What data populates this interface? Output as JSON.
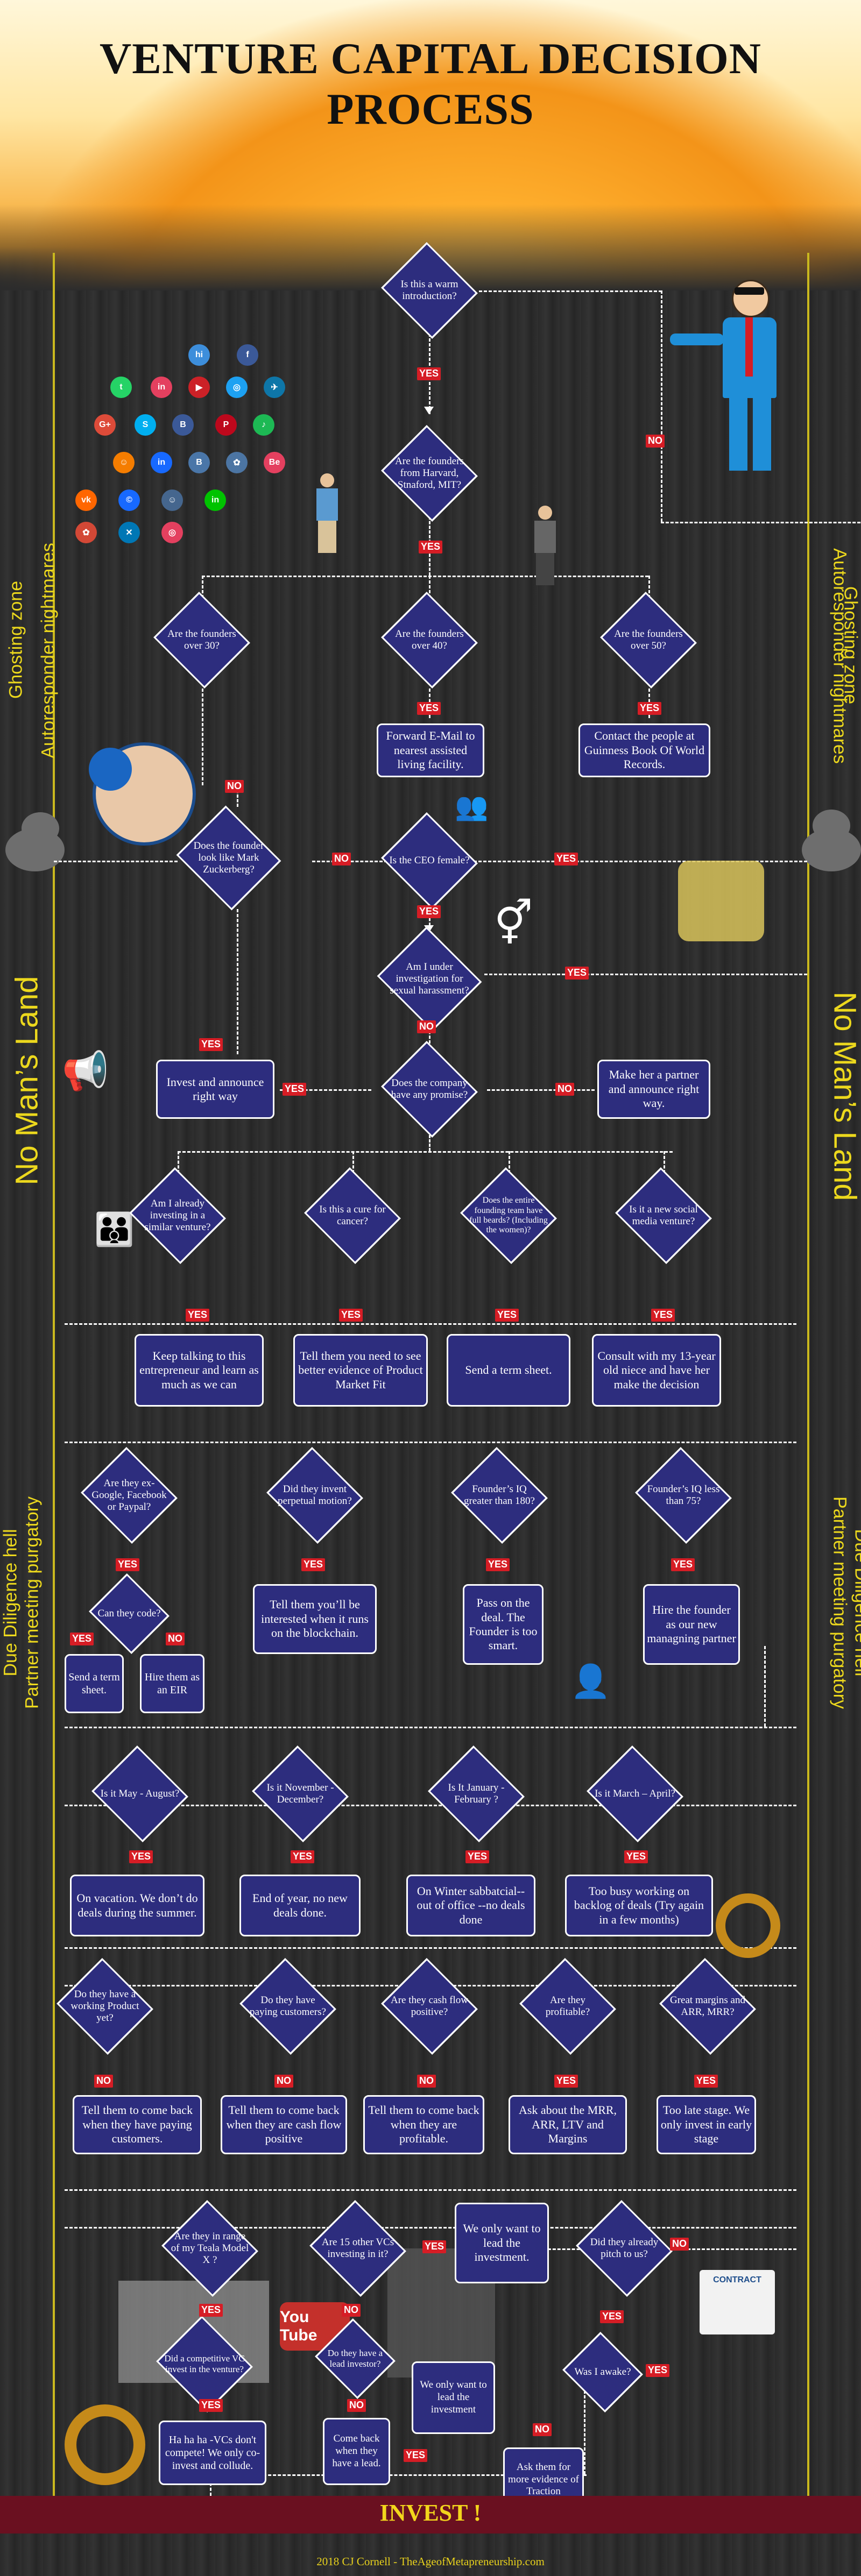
{
  "title": "VENTURE CAPITAL DECISION PROCESS",
  "side_labels": {
    "ghosting_zone": "Ghosting zone",
    "autoresponder": "Autoresponder nightmares",
    "no_mans_land": "No Man’s Land",
    "due_diligence": "Due Diligence hell",
    "partner_meeting": "Partner meeting purgatory"
  },
  "labels": {
    "yes": "YES",
    "no": "NO"
  },
  "nodes": {
    "warm_intro": "Is this a warm introduction?",
    "harvard": "Are the founders from Harvard, Stnaford, MIT?",
    "over30": "Are the founders over 30?",
    "over40": "Are the founders over 40?",
    "over50": "Are the founders over 50?",
    "forward_email": "Forward E-Mail to nearest assisted living facility.",
    "guinness": "Contact the people at Guinness Book Of World Records.",
    "mark_z": "Does the founder look like Mark Zuckerberg?",
    "ceo_female": "Is the CEO female?",
    "investigation": "Am I under investigation for sexual harassment?",
    "invest_announce": "Invest and announce right way",
    "promise": "Does the company have any promise?",
    "partner": "Make her a partner and announce right way.",
    "similar": "Am I already investing in a similar venture?",
    "cure": "Is this a cure for cancer?",
    "beards": "Does the entire founding team have full beards? (Including the women)?",
    "social": "Is it a new social media venture?",
    "keep_talking": "Keep talking to this entrepreneur and learn as much as we can",
    "pmf": "Tell them you need to see better evidence of Product Market Fit",
    "term_sheet": "Send a term sheet.",
    "niece": "Consult with my 13-year old niece and have her make the decision",
    "ex_google": "Are they ex-Google, Facebook or Paypal?",
    "perpetual": "Did they invent perpetual motion?",
    "iq180": "Founder’s IQ greater than 180?",
    "iq75": "Founder’s IQ less than 75?",
    "can_code": "Can they code?",
    "send_term": "Send a term sheet.",
    "hire_eir": "Hire them as an EIR",
    "blockchain": "Tell them you’ll be interested when it runs on the blockchain.",
    "pass": "Pass on the deal. The Founder is too smart.",
    "hire_partner": "Hire the founder as our new managning partner",
    "may_aug": "Is it May - August?",
    "nov_dec": "Is it November - December?",
    "jan_feb": "Is It January - February ?",
    "mar_apr": "Is it March – April?",
    "vacation": "On vacation. We don’t do deals during the summer.",
    "end_year": "End of year, no new deals done.",
    "winter": "On Winter sabbatcial--out of office --no deals done",
    "too_busy": "Too busy working on backlog of deals (Try again in a few months)",
    "working_product": "Do they have a working Product yet?",
    "paying": "Do they have paying customers?",
    "cashflow": "Are they cash flow positive?",
    "profitable": "Are they profitable?",
    "margins": "Great margins and ARR, MRR?",
    "come_paying": "Tell them to come back when they have paying customers.",
    "come_cashflow": "Tell them to come back when they are cash flow positive",
    "come_profitable": "Tell them to come back when they are profitable.",
    "ask_mrr": "Ask about the MRR, ARR, LTV and Margins",
    "too_late": "Too late stage. We only invest in early stage",
    "tesla": "Are they in range of my Teala Model X ?",
    "fifteen_vcs": "Are 15 other VCs investing in it?",
    "lead": "We only want to lead the investment.",
    "pitch_us": "Did they already pitch to us?",
    "competitive": "Did a competitive VC invest in the venture?",
    "lead_investor": "Do they have a lead investor?",
    "lead2": "We only want to lead the investment",
    "awake": "Was I awake?",
    "haha": "Ha ha ha -VCs don't compete! We only co-invest and collude.",
    "come_lead": "Come back when they have a lead.",
    "traction": "Ask them for more evidence of Traction"
  },
  "icons": {
    "social": [
      "hi",
      "f",
      "t",
      "in",
      "▶",
      "◎",
      "✈",
      "G+",
      "S",
      "B",
      "P",
      "♪",
      "☺",
      "in",
      "B",
      "✿",
      "Be",
      "vk",
      "©",
      "☺",
      "in",
      "✿",
      "✕",
      "◎"
    ],
    "contract": "CONTRACT",
    "youtube": "You Tube"
  },
  "invest": "INVEST !",
  "credit": "2018 CJ Cornell - TheAgeofMetapreneurship.com"
}
